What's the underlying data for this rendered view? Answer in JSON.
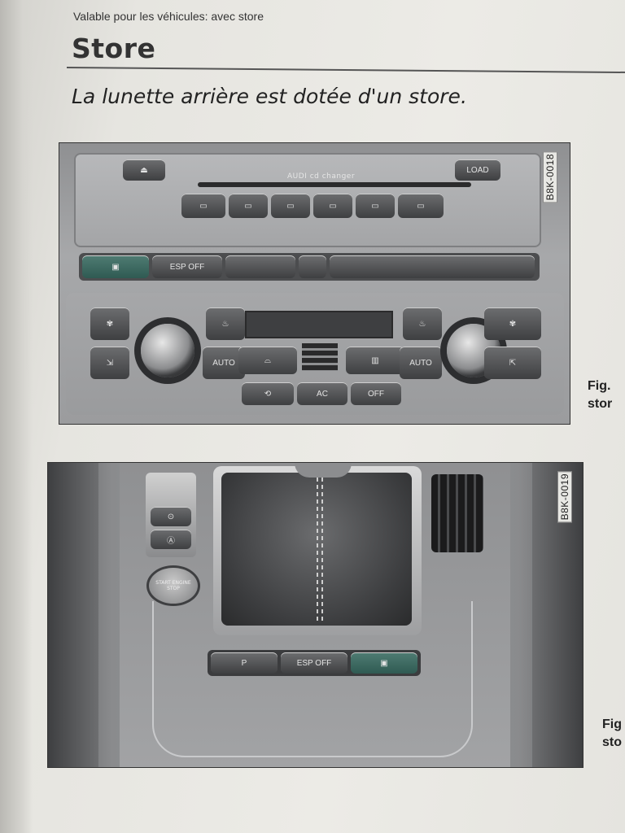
{
  "header": {
    "valid_for": "Valable pour les véhicules: avec store",
    "title": "Store",
    "intro": "La lunette arrière est dotée d'un store."
  },
  "figure1": {
    "tag": "B8K-0018",
    "caption_line1": "Fig.",
    "caption_line2": "stor",
    "radio": {
      "cd_label": "AUDI cd changer",
      "load_label": "LOAD",
      "eject_icon": "eject-icon",
      "esp_label": "ESP OFF",
      "blind_icon": "rear-blind-icon"
    },
    "climate": {
      "auto_left": "AUTO",
      "auto_right": "AUTO",
      "ac_label": "AC",
      "off_label": "OFF",
      "icons": [
        "fan-icon",
        "seat-heat-icon",
        "air-distribution-icon",
        "defrost-front-icon",
        "defrost-rear-icon",
        "recirculation-icon"
      ]
    }
  },
  "figure2": {
    "tag": "B8K-0019",
    "caption_line1": "Fig",
    "caption_line2": "sto",
    "start_label": "START ENGINE STOP",
    "esp_label": "ESP OFF",
    "park_label": "P"
  },
  "colors": {
    "accent_green": "#3d6b62",
    "text": "#222222"
  }
}
